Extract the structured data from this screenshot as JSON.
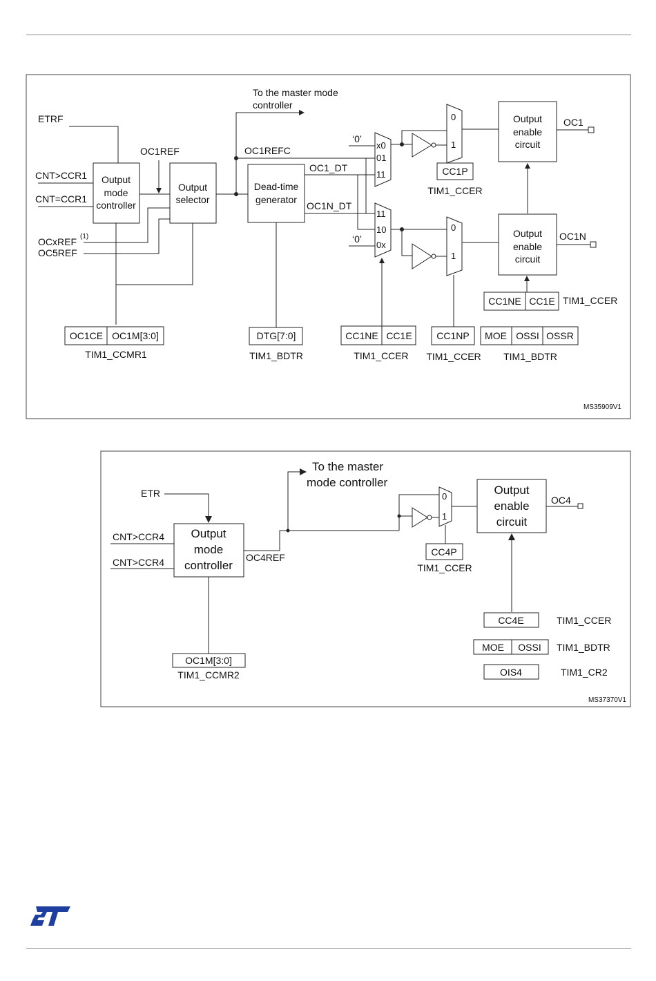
{
  "fig1": {
    "master_label_1": "To the master mode",
    "master_label_2": "controller",
    "etrf": "ETRF",
    "cnt_gt": "CNT>CCR1",
    "cnt_eq": "CNT=CCR1",
    "ocxref": "OCxREF",
    "ocxref_note": "(1)",
    "oc5ref": "OC5REF",
    "oc1ref": "OC1REF",
    "oc1refc": "OC1REFC",
    "oc1_dt": "OC1_DT",
    "oc1n_dt": "OC1N_DT",
    "omc_1": "Output",
    "omc_2": "mode",
    "omc_3": "controller",
    "sel_1": "Output",
    "sel_2": "selector",
    "dt_1": "Dead-time",
    "dt_2": "generator",
    "zero_quote": "‘0’",
    "mux1_in": [
      "x0",
      "01",
      "11"
    ],
    "mux2_in": [
      "11",
      "10",
      "0x"
    ],
    "mux_0": "0",
    "mux_1": "1",
    "oe_1": "Output",
    "oe_2": "enable",
    "oe_3": "circuit",
    "oc1": "OC1",
    "oc1n": "OC1N",
    "cc1p": "CC1P",
    "cc1np": "CC1NP",
    "cc1ne": "CC1NE",
    "cc1e": "CC1E",
    "oc1ce": "OC1CE",
    "oc1m": "OC1M[3:0]",
    "dtg": "DTG[7:0]",
    "moe": "MOE",
    "ossi": "OSSI",
    "ossr": "OSSR",
    "tim1_ccmr1": "TIM1_CCMR1",
    "tim1_bdtr": "TIM1_BDTR",
    "tim1_ccer": "TIM1_CCER",
    "code": "MS35909V1"
  },
  "fig2": {
    "master_label_1": "To the master",
    "master_label_2": "mode controller",
    "etr": "ETR",
    "cnt_a": "CNT>CCR4",
    "cnt_b": "CNT>CCR4",
    "omc_1": "Output",
    "omc_2": "mode",
    "omc_3": "controller",
    "oc4ref": "OC4REF",
    "mux_0": "0",
    "mux_1": "1",
    "oe_1": "Output",
    "oe_2": "enable",
    "oe_3": "circuit",
    "oc4": "OC4",
    "cc4p": "CC4P",
    "cc4e": "CC4E",
    "moe": "MOE",
    "ossi": "OSSI",
    "ois4": "OIS4",
    "oc1m": "OC1M[3:0]",
    "tim1_ccer": "TIM1_CCER",
    "tim1_bdtr": "TIM1_BDTR",
    "tim1_cr2": "TIM1_CR2",
    "tim1_ccmr2": "TIM1_CCMR2",
    "code": "MS37370V1"
  },
  "logo_color": "#1e3fa0"
}
